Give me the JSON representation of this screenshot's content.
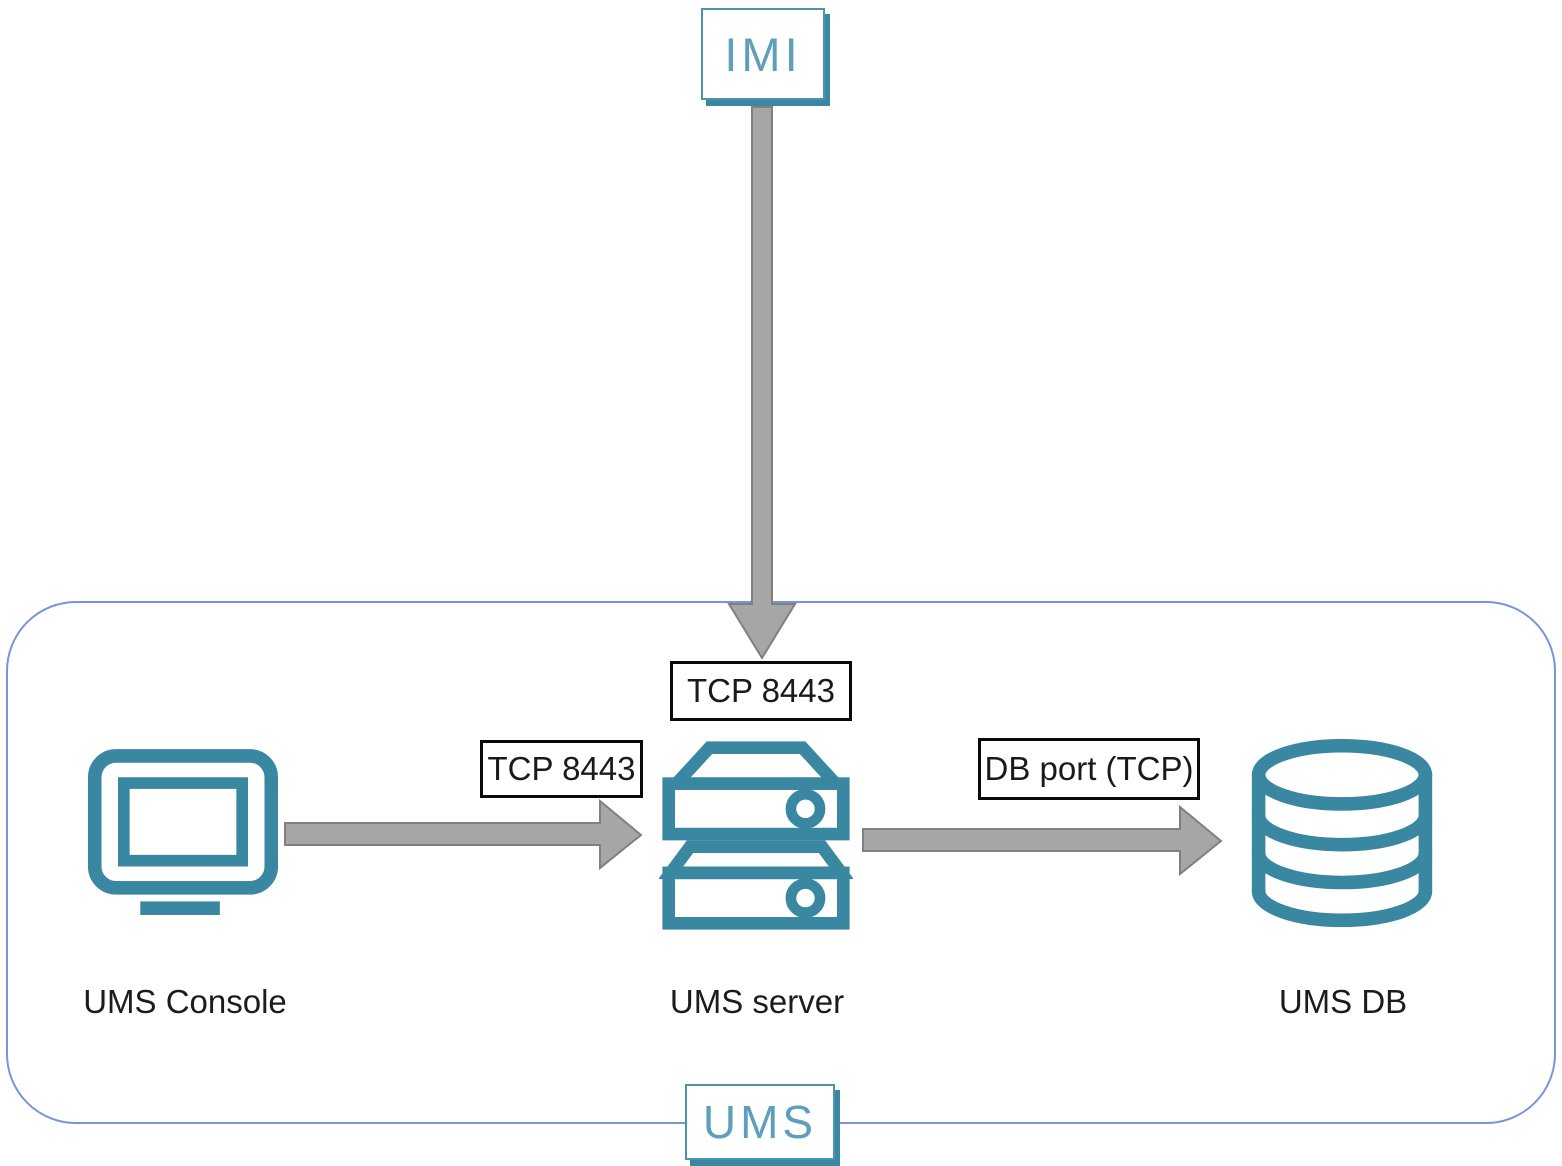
{
  "external": {
    "label": "IMI"
  },
  "boundary": {
    "label": "UMS"
  },
  "nodes": [
    {
      "id": "ums-console",
      "label": "UMS Console",
      "icon": "monitor-icon"
    },
    {
      "id": "ums-server",
      "label": "UMS server",
      "icon": "server-icon"
    },
    {
      "id": "ums-db",
      "label": "UMS DB",
      "icon": "database-icon"
    }
  ],
  "connections": [
    {
      "from": "IMI",
      "to": "UMS server",
      "label": "TCP 8443",
      "direction": "down"
    },
    {
      "from": "UMS Console",
      "to": "UMS server",
      "label": "TCP 8443",
      "direction": "right"
    },
    {
      "from": "UMS server",
      "to": "UMS DB",
      "label": "DB port (TCP)",
      "direction": "right"
    }
  ],
  "colors": {
    "icon_teal": "#3a87a2",
    "logo_teal": "#5f9fb9",
    "logo_border": "#4e93ad",
    "boundary_blue": "#7796d8",
    "arrow_fill": "#a6a6a6",
    "arrow_outline": "#808080",
    "label_border": "#0a0a0a",
    "text": "#1c1c1c"
  }
}
